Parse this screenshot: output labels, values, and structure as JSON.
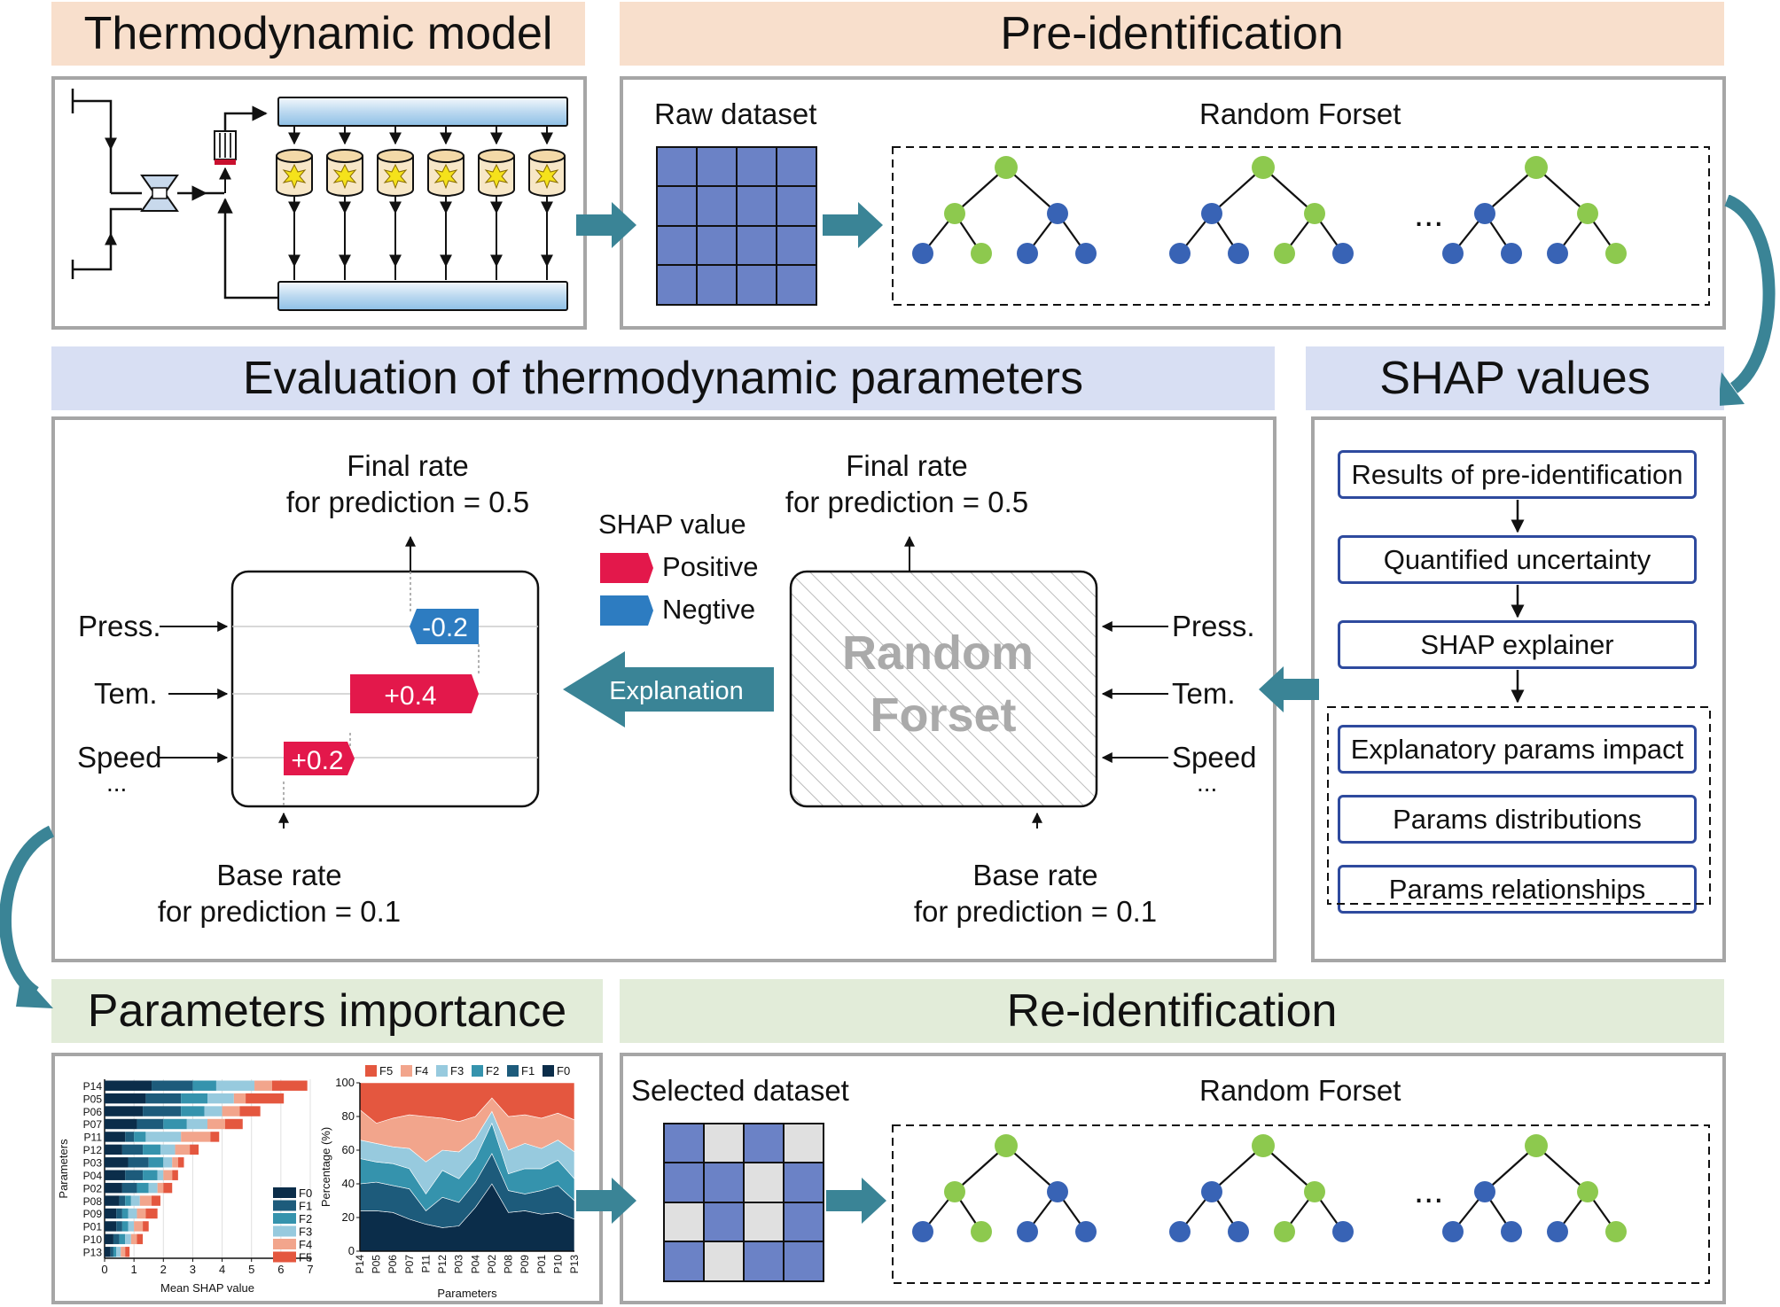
{
  "headers": {
    "thermo": "Thermodynamic model",
    "preid": "Pre-identification",
    "eval": "Evaluation of thermodynamic parameters",
    "shap": "SHAP values",
    "importance": "Parameters importance",
    "reid": "Re-identification"
  },
  "preid": {
    "raw_dataset": "Raw dataset",
    "random_forest": "Random Forset",
    "ellipsis": "..."
  },
  "reid": {
    "selected_dataset": "Selected dataset",
    "random_forest": "Random Forset",
    "ellipsis": "..."
  },
  "shap_steps": [
    "Results of pre-identification",
    "Quantified uncertainty",
    "SHAP explainer",
    "Explanatory params impact",
    "Params distributions",
    "Params relationships"
  ],
  "evaluation": {
    "final_rate_line1": "Final rate",
    "final_rate_line2": "for prediction = 0.5",
    "base_rate_line1": "Base rate",
    "base_rate_line2": "for prediction = 0.1",
    "features": [
      "Press.",
      "Tem.",
      "Speed",
      "..."
    ],
    "shap_values": [
      "-0.2",
      "+0.4",
      "+0.2"
    ],
    "legend_title": "SHAP value",
    "legend_positive": "Positive",
    "legend_negative": "Negtive",
    "explanation": "Explanation",
    "model_line1": "Random",
    "model_line2": "Forset",
    "colors": {
      "positive": "#e3184b",
      "negative": "#2d7cc1",
      "teal": "#3a8496"
    }
  },
  "chart_data": [
    {
      "type": "bar",
      "stacked": true,
      "orientation": "horizontal",
      "categories": [
        "P14",
        "P05",
        "P06",
        "P07",
        "P11",
        "P12",
        "P03",
        "P04",
        "P02",
        "P08",
        "P09",
        "P01",
        "P10",
        "P13"
      ],
      "series": [
        {
          "name": "F0",
          "values": [
            1.6,
            1.4,
            1.3,
            1.1,
            0.7,
            0.6,
            0.8,
            0.7,
            0.6,
            0.5,
            0.4,
            0.4,
            0.3,
            0.2
          ]
        },
        {
          "name": "F1",
          "values": [
            1.4,
            1.2,
            1.3,
            0.9,
            0.3,
            0.7,
            0.7,
            0.6,
            0.5,
            0.2,
            0.2,
            0.2,
            0.2,
            0.1
          ]
        },
        {
          "name": "F2",
          "values": [
            0.8,
            0.9,
            0.8,
            0.8,
            0.4,
            0.6,
            0.5,
            0.5,
            0.4,
            0.2,
            0.2,
            0.2,
            0.2,
            0.1
          ]
        },
        {
          "name": "F3",
          "values": [
            1.3,
            0.9,
            0.6,
            0.7,
            1.2,
            0.5,
            0.3,
            0.2,
            0.3,
            0.3,
            0.3,
            0.2,
            0.2,
            0.15
          ]
        },
        {
          "name": "F4",
          "values": [
            0.6,
            0.4,
            0.6,
            0.6,
            1.0,
            0.5,
            0.2,
            0.3,
            0.2,
            0.4,
            0.3,
            0.3,
            0.2,
            0.15
          ]
        },
        {
          "name": "F5",
          "values": [
            1.2,
            1.3,
            0.7,
            0.6,
            0.3,
            0.3,
            0.2,
            0.2,
            0.3,
            0.3,
            0.4,
            0.2,
            0.2,
            0.15
          ]
        }
      ],
      "xlabel": "Mean SHAP value",
      "ylabel": "Parameters",
      "xticks": [
        0,
        1,
        2,
        3,
        4,
        5,
        6,
        7
      ],
      "xlim": [
        0,
        7
      ],
      "colors": [
        "#0b2d4a",
        "#1d5b7b",
        "#3593ad",
        "#97cade",
        "#f2a58c",
        "#e4573f"
      ]
    },
    {
      "type": "area",
      "stacked": true,
      "categories": [
        "P14",
        "P05",
        "P06",
        "P07",
        "P11",
        "P12",
        "P03",
        "P04",
        "P02",
        "P08",
        "P09",
        "P01",
        "P10",
        "P13"
      ],
      "series": [
        {
          "name": "F0",
          "values": [
            24,
            24,
            23,
            19,
            16,
            14,
            15,
            26,
            40,
            23,
            24,
            22,
            23,
            19
          ]
        },
        {
          "name": "F1",
          "values": [
            16,
            17,
            16,
            18,
            8,
            18,
            14,
            15,
            18,
            13,
            10,
            14,
            16,
            11
          ]
        },
        {
          "name": "F2",
          "values": [
            15,
            12,
            13,
            12,
            10,
            16,
            14,
            14,
            18,
            10,
            15,
            13,
            15,
            13
          ]
        },
        {
          "name": "F3",
          "values": [
            11,
            11,
            10,
            12,
            19,
            12,
            16,
            12,
            7,
            14,
            15,
            12,
            12,
            16
          ]
        },
        {
          "name": "F4",
          "values": [
            18,
            12,
            17,
            20,
            27,
            19,
            18,
            13,
            8,
            20,
            17,
            18,
            16,
            19
          ]
        },
        {
          "name": "F5",
          "values": [
            16,
            24,
            21,
            19,
            20,
            21,
            23,
            20,
            9,
            20,
            19,
            21,
            18,
            22
          ]
        }
      ],
      "xlabel": "Parameters",
      "ylabel": "Percentage (%)",
      "yticks": [
        0,
        20,
        40,
        60,
        80,
        100
      ],
      "ylim": [
        0,
        100
      ],
      "legend": [
        "F5",
        "F4",
        "F3",
        "F2",
        "F1",
        "F0"
      ],
      "colors": [
        "#0b2d4a",
        "#1d5b7b",
        "#3593ad",
        "#97cade",
        "#f2a58c",
        "#e4573f"
      ]
    }
  ]
}
